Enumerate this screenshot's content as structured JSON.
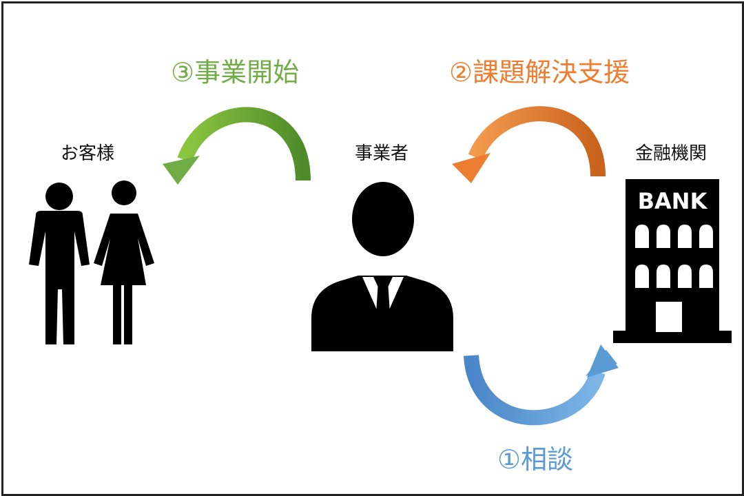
{
  "actors": {
    "customers": {
      "label": "お客様",
      "icon": "couple-icon"
    },
    "business": {
      "label": "事業者",
      "icon": "businessman-icon"
    },
    "bank": {
      "label": "金融機関",
      "icon": "bank-building-icon",
      "sign": "BANK"
    }
  },
  "steps": [
    {
      "id": "consult",
      "label": "①相談",
      "color": "#5b9bd5",
      "icon": "arrow-curved-up-icon"
    },
    {
      "id": "support",
      "label": "②課題解決支援",
      "color": "#ed7d31",
      "icon": "arrow-curved-left-icon"
    },
    {
      "id": "start",
      "label": "③事業開始",
      "color": "#70ad47",
      "icon": "arrow-curved-left-icon"
    }
  ],
  "colors": {
    "figure": "#000000",
    "border": "#222222"
  }
}
